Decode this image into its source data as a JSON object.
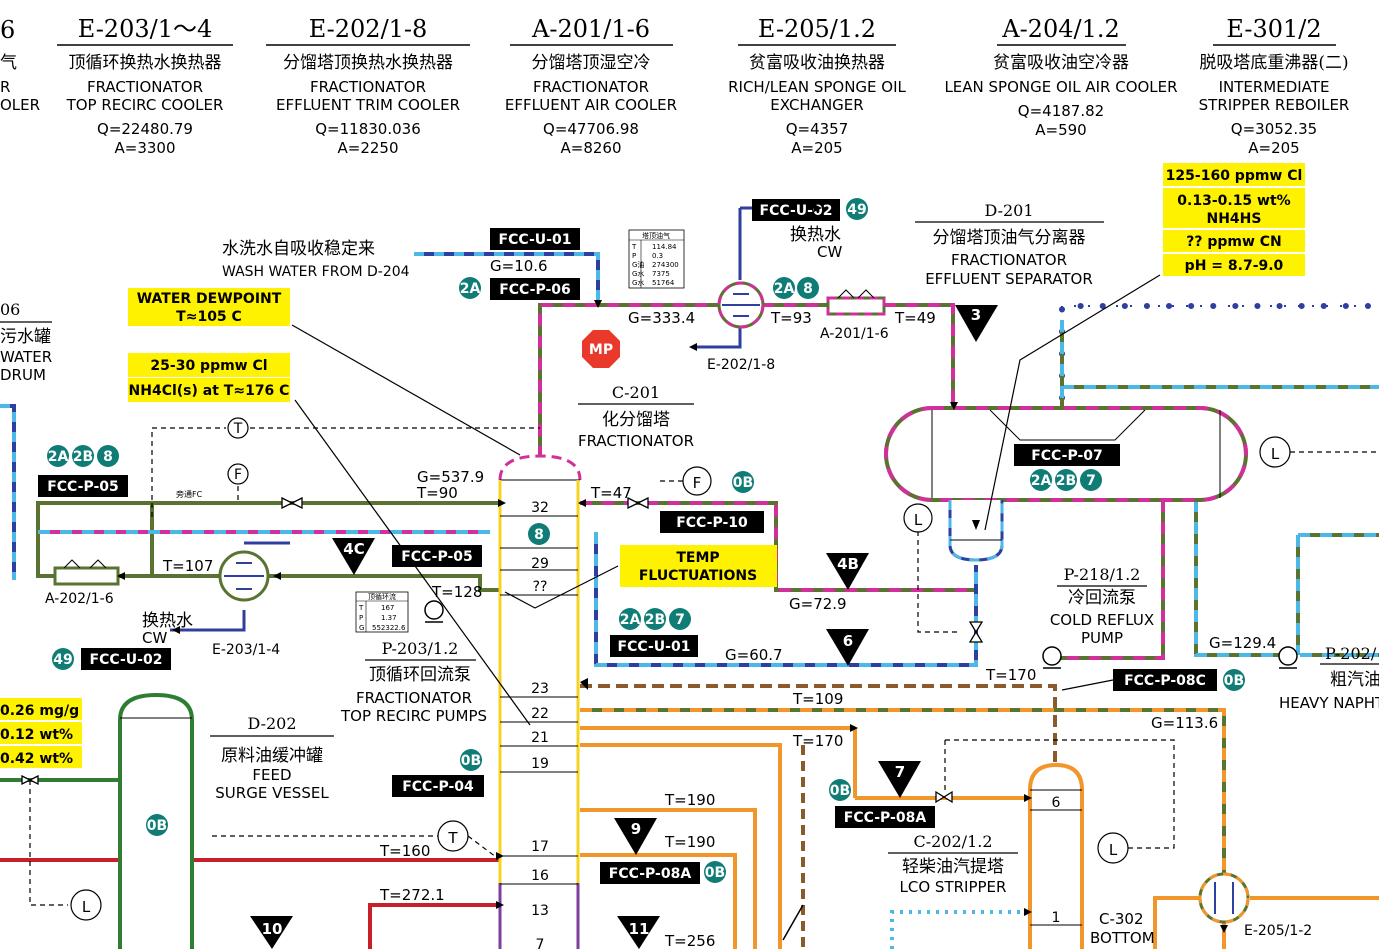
{
  "header_equipment": [
    {
      "tag": "E-203/1～4",
      "cn": "顶循环换热水换热器",
      "en1": "FRACTIONATOR",
      "en2": "TOP RECIRC COOLER",
      "q": "Q=22480.79",
      "a": "A=3300"
    },
    {
      "tag": "E-202/1-8",
      "cn": "分馏塔顶换热水换热器",
      "en1": "FRACTIONATOR",
      "en2": "EFFLUENT TRIM COOLER",
      "q": "Q=11830.036",
      "a": "A=2250"
    },
    {
      "tag": "A-201/1-6",
      "cn": "分馏塔顶湿空冷",
      "en1": "FRACTIONATOR",
      "en2": "EFFLUENT AIR COOLER",
      "q": "Q=47706.98",
      "a": "A=8260"
    },
    {
      "tag": "E-205/1.2",
      "cn": "贫富吸收油换热器",
      "en1": "RICH/LEAN SPONGE OIL",
      "en2": "EXCHANGER",
      "q": "Q=4357",
      "a": "A=205"
    },
    {
      "tag": "A-204/1.2",
      "cn": "贫富吸收油空冷器",
      "en1": "LEAN SPONGE OIL AIR COOLER",
      "en2": "",
      "q": "Q=4187.82",
      "a": "A=590"
    },
    {
      "tag": "E-301/2",
      "cn": "脱吸塔底重沸器(二)",
      "en1": "INTERMEDIATE",
      "en2": "STRIPPER REBOILER",
      "q": "Q=3052.35",
      "a": "A=205"
    }
  ],
  "header_partial": {
    "tag": "6",
    "cn": "气",
    "en1": "R",
    "en2": "OLER"
  },
  "left_partial": {
    "tag": "06",
    "cn": "污水罐",
    "en1": "WATER",
    "en2": "DRUM"
  },
  "yellow_notes": {
    "water_dewpoint": [
      "WATER DEWPOINT",
      "T≈105 C"
    ],
    "cl_note": [
      "25-30 ppmw Cl",
      "NH4Cl(s) at T≈176 C"
    ],
    "temp_fluct": [
      "TEMP",
      "FLUCTUATIONS"
    ],
    "sep_water": [
      "125-160 ppmw Cl",
      "0.13-0.15 wt%",
      "NH4HS",
      "?? ppmw CN",
      "pH = 8.7-9.0"
    ],
    "feed_note": [
      "0.26 mg/g",
      "0.12 wt%",
      "0.42 wt%"
    ]
  },
  "black_tags": {
    "u01_top": "FCC-U-01",
    "p06": "FCC-P-06",
    "u02_top": "FCC-U-02",
    "p05_left": "FCC-P-05",
    "p05_col": "FCC-P-05",
    "p10": "FCC-P-10",
    "u01_mid": "FCC-U-01",
    "u02_left": "FCC-U-02",
    "p07": "FCC-P-07",
    "p08c": "FCC-P-08C",
    "p04": "FCC-P-04",
    "p08a_right": "FCC-P-08A",
    "p08a_low": "FCC-P-08A"
  },
  "circles": {
    "c2A": "2A",
    "c2B": "2B",
    "c8": "8",
    "c7": "7",
    "c49": "49",
    "c0B": "0B"
  },
  "triangles": {
    "t3": "3",
    "t4C": "4C",
    "t4B": "4B",
    "t6": "6",
    "t7": "7",
    "t9": "9",
    "t10": "10",
    "t11": "11"
  },
  "texts": {
    "wash_cn": "水洗水自吸收稳定来",
    "wash_en": "WASH WATER FROM D-204",
    "g106": "G=10.6",
    "g333": "G=333.4",
    "t93": "T=93",
    "t49": "T=49",
    "e2028": "E-202/1-8",
    "a2016": "A-201/1-6",
    "hrs_cn": "换热水",
    "cw": "CW",
    "d201": "D-201",
    "d201_cn": "分馏塔顶油气分离器",
    "d201_en1": "FRACTIONATOR",
    "d201_en2": "EFFLUENT SEPARATOR",
    "c201": "C-201",
    "c201_cn": "化分馏塔",
    "c201_en": "FRACTIONATOR",
    "g537": "G=537.9",
    "t90": "T=90",
    "t47": "T=47",
    "t107": "T=107",
    "t128": "T=128",
    "a2026": "A-202/1-6",
    "e2034": "E-203/1-4",
    "hrs2_cn": "换热水",
    "cw2": "CW",
    "p203": "P-203/1.2",
    "p203_cn": "顶循环回流泵",
    "p203_en1": "FRACTIONATOR",
    "p203_en2": "TOP RECIRC PUMPS",
    "g729": "G=72.9",
    "g607": "G=60.7",
    "p218": "P-218/1.2",
    "p218_cn": "冷回流泵",
    "p218_en1": "COLD REFLUX",
    "p218_en2": "PUMP",
    "g1294": "G=129.4",
    "p202": "P-202/",
    "p202_cn": "粗汽油",
    "p202_en": "HEAVY NAPHT",
    "t170a": "T=170",
    "t109": "T=109",
    "g1136": "G=113.6",
    "t170b": "T=170",
    "t190a": "T=190",
    "t190b": "T=190",
    "t160": "T=160",
    "t2721": "T=272.1",
    "t256": "T=256",
    "d202": "D-202",
    "d202_cn": "原料油缓冲罐",
    "d202_en1": "FEED",
    "d202_en2": "SURGE VESSEL",
    "c202": "C-202/1.2",
    "c202_cn": "轻柴油汽提塔",
    "c202_en": "LCO STRIPPER",
    "c302": "C-302",
    "bottom": "BOTTOM",
    "e2051": "E-205/1-2",
    "bypass": "旁通FC",
    "mp": "MP",
    "inst_T": "T",
    "inst_F": "F",
    "inst_L": "L"
  },
  "trays": {
    "t32": "32",
    "t29": "29",
    "tqq": "??",
    "t23": "23",
    "t22": "22",
    "t21": "21",
    "t19": "19",
    "t17": "17",
    "t16": "16",
    "t13": "13",
    "t7": "7",
    "lco6": "6",
    "lco1": "1"
  },
  "mini_table1": {
    "title": "塔顶油气",
    "rows": [
      [
        "T",
        "114.84"
      ],
      [
        "P",
        "0.3"
      ],
      [
        "G油",
        "274300"
      ],
      [
        "G水",
        "7375"
      ],
      [
        "G水",
        "51764"
      ]
    ]
  },
  "mini_table2": {
    "title": "顶循环流",
    "rows": [
      [
        "T",
        "167"
      ],
      [
        "P",
        "1.37"
      ],
      [
        "G",
        "552322.6"
      ]
    ]
  },
  "colors": {
    "teal": "#0f7c75",
    "yellow": "#fff200",
    "green": "#5a7330",
    "magenta": "#d0309a",
    "blue": "#2f3f9f",
    "lightblue": "#4bb8e8",
    "orange": "#f0962a",
    "brown": "#8b5a2b",
    "red": "#c8202a",
    "colyellow": "#f6d321",
    "purple": "#7a3f9f",
    "stop": "#e8392a"
  }
}
